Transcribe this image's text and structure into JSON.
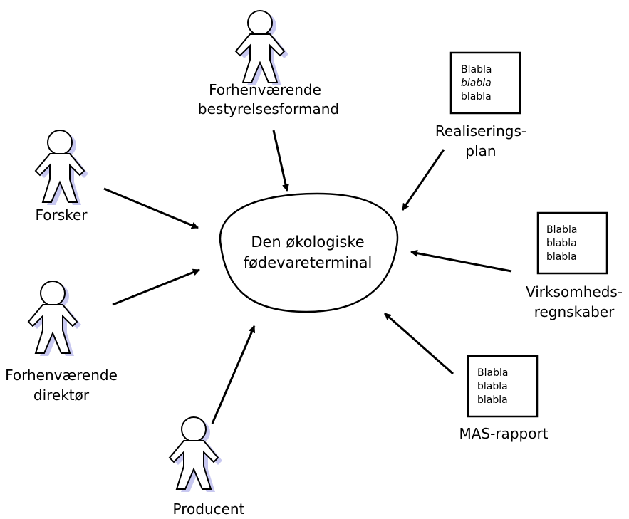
{
  "center": {
    "line1": "Den økologiske",
    "line2": "fødevareterminal"
  },
  "actors": [
    {
      "name": "former-chairman",
      "lines": [
        "Forhenværende",
        "bestyrelsesformand"
      ]
    },
    {
      "name": "researcher",
      "lines": [
        "Forsker"
      ]
    },
    {
      "name": "former-director",
      "lines": [
        "Forhenværende",
        "direktør"
      ]
    },
    {
      "name": "producer",
      "lines": [
        "Producent"
      ]
    }
  ],
  "documents": [
    {
      "name": "realization-plan",
      "content": [
        "Blabla",
        "blabla",
        "blabla"
      ],
      "lines": [
        "Realiserings-",
        "plan"
      ]
    },
    {
      "name": "company-accounts",
      "content": [
        "Blabla",
        "blabla",
        "blabla"
      ],
      "lines": [
        "Virksomheds-",
        "regnskaber"
      ]
    },
    {
      "name": "mas-report",
      "content": [
        "Blabla",
        "blabla",
        "blabla"
      ],
      "lines": [
        "MAS-rapport"
      ]
    }
  ],
  "colors": {
    "shadow": "#c8c8f0",
    "stroke": "#000000"
  }
}
